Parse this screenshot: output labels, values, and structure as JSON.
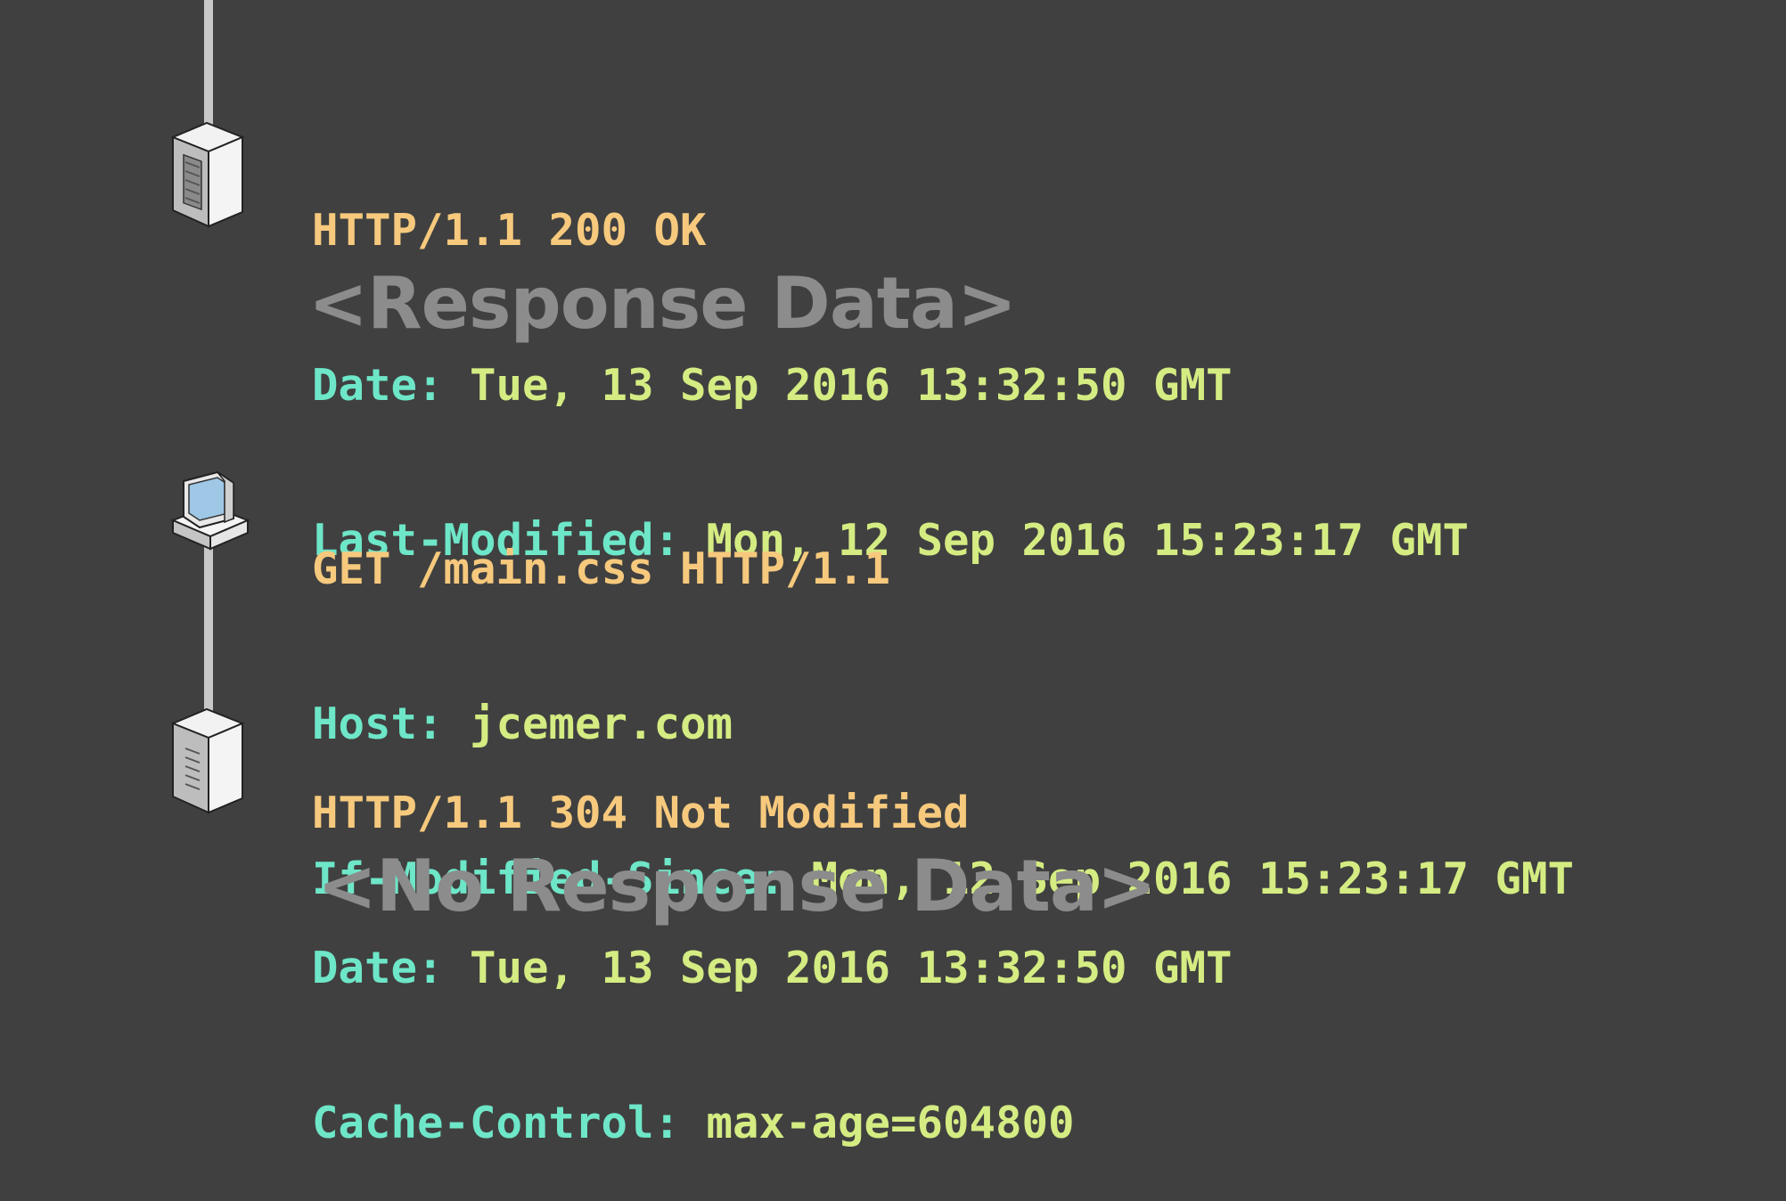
{
  "exchanges": [
    {
      "role": "server",
      "start_line": "HTTP/1.1 200 OK",
      "headers": [
        {
          "name": "Date:",
          "value": "Tue, 13 Sep 2016 13:32:50 GMT"
        },
        {
          "name": "Last-Modified:",
          "value": "Mon, 12 Sep 2016 15:23:17 GMT"
        }
      ],
      "note": "<Response Data>"
    },
    {
      "role": "client",
      "start_line": "GET /main.css HTTP/1.1",
      "headers": [
        {
          "name": "Host:",
          "value": "jcemer.com"
        },
        {
          "name": "If-Modified-Since:",
          "value": "Mon, 12 Sep 2016 15:23:17 GMT"
        }
      ]
    },
    {
      "role": "server",
      "start_line": "HTTP/1.1 304 Not Modified",
      "headers": [
        {
          "name": "Date:",
          "value": "Tue, 13 Sep 2016 13:32:50 GMT"
        },
        {
          "name": "Cache-Control:",
          "value": "max-age=604800"
        }
      ],
      "note": "<No Response Data>"
    }
  ],
  "icons": {
    "server": "server-tower-icon",
    "client": "desktop-computer-icon"
  },
  "colors": {
    "background": "#404040",
    "start_line": "#f6c97d",
    "header_name": "#6ee6c8",
    "header_value": "#d4ec82",
    "note": "#8c8c8c",
    "timeline": "#c8c8c8"
  }
}
